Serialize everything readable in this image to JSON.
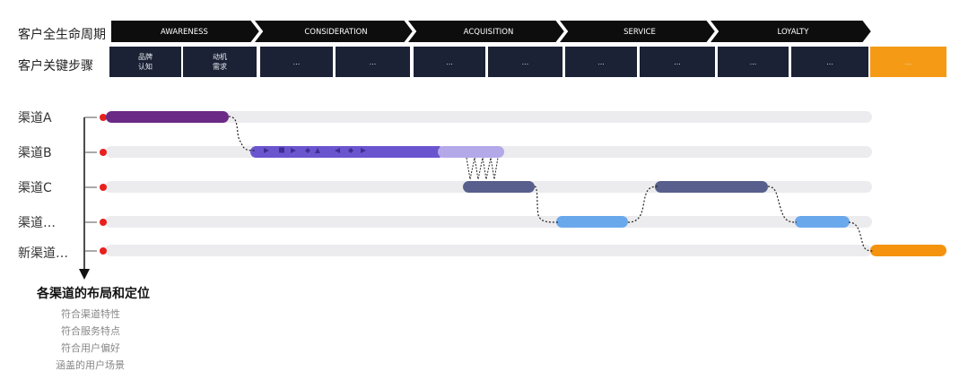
{
  "header": {
    "lifecycle_label": "客户全生命周期",
    "steps_label": "客户关键步骤"
  },
  "stages": [
    "AWARENESS",
    "CONSIDERATION",
    "ACQUISITION",
    "SERVICE",
    "LOYALTY"
  ],
  "steps": [
    {
      "text": "品牌\n认知"
    },
    {
      "text": "动机\n需求"
    },
    {
      "text": "..."
    },
    {
      "text": "..."
    },
    {
      "text": "..."
    },
    {
      "text": "..."
    },
    {
      "text": "..."
    },
    {
      "text": "..."
    },
    {
      "text": "..."
    },
    {
      "text": "..."
    },
    {
      "text": "...",
      "highlight": true
    }
  ],
  "channels": [
    "渠道A",
    "渠道B",
    "渠道C",
    "渠道…",
    "新渠道…"
  ],
  "notes": {
    "title": "各渠道的布局和定位",
    "items": [
      "符合渠道特性",
      "符合服务特点",
      "符合用户偏好",
      "涵盖的用户场景"
    ]
  },
  "colors": {
    "stage_bg": "#0d0d0d",
    "step_bg": "#1b2235",
    "highlight": "#f59a14",
    "track": "#ececef",
    "channel_a": "#6a2a86",
    "channel_b": "#6b55cf",
    "channel_b_light": "#b3a9e8",
    "channel_c": "#585f8c",
    "channel_x": "#6aa8ec",
    "new_channel": "#f5930f",
    "dot": "#e8201e"
  }
}
